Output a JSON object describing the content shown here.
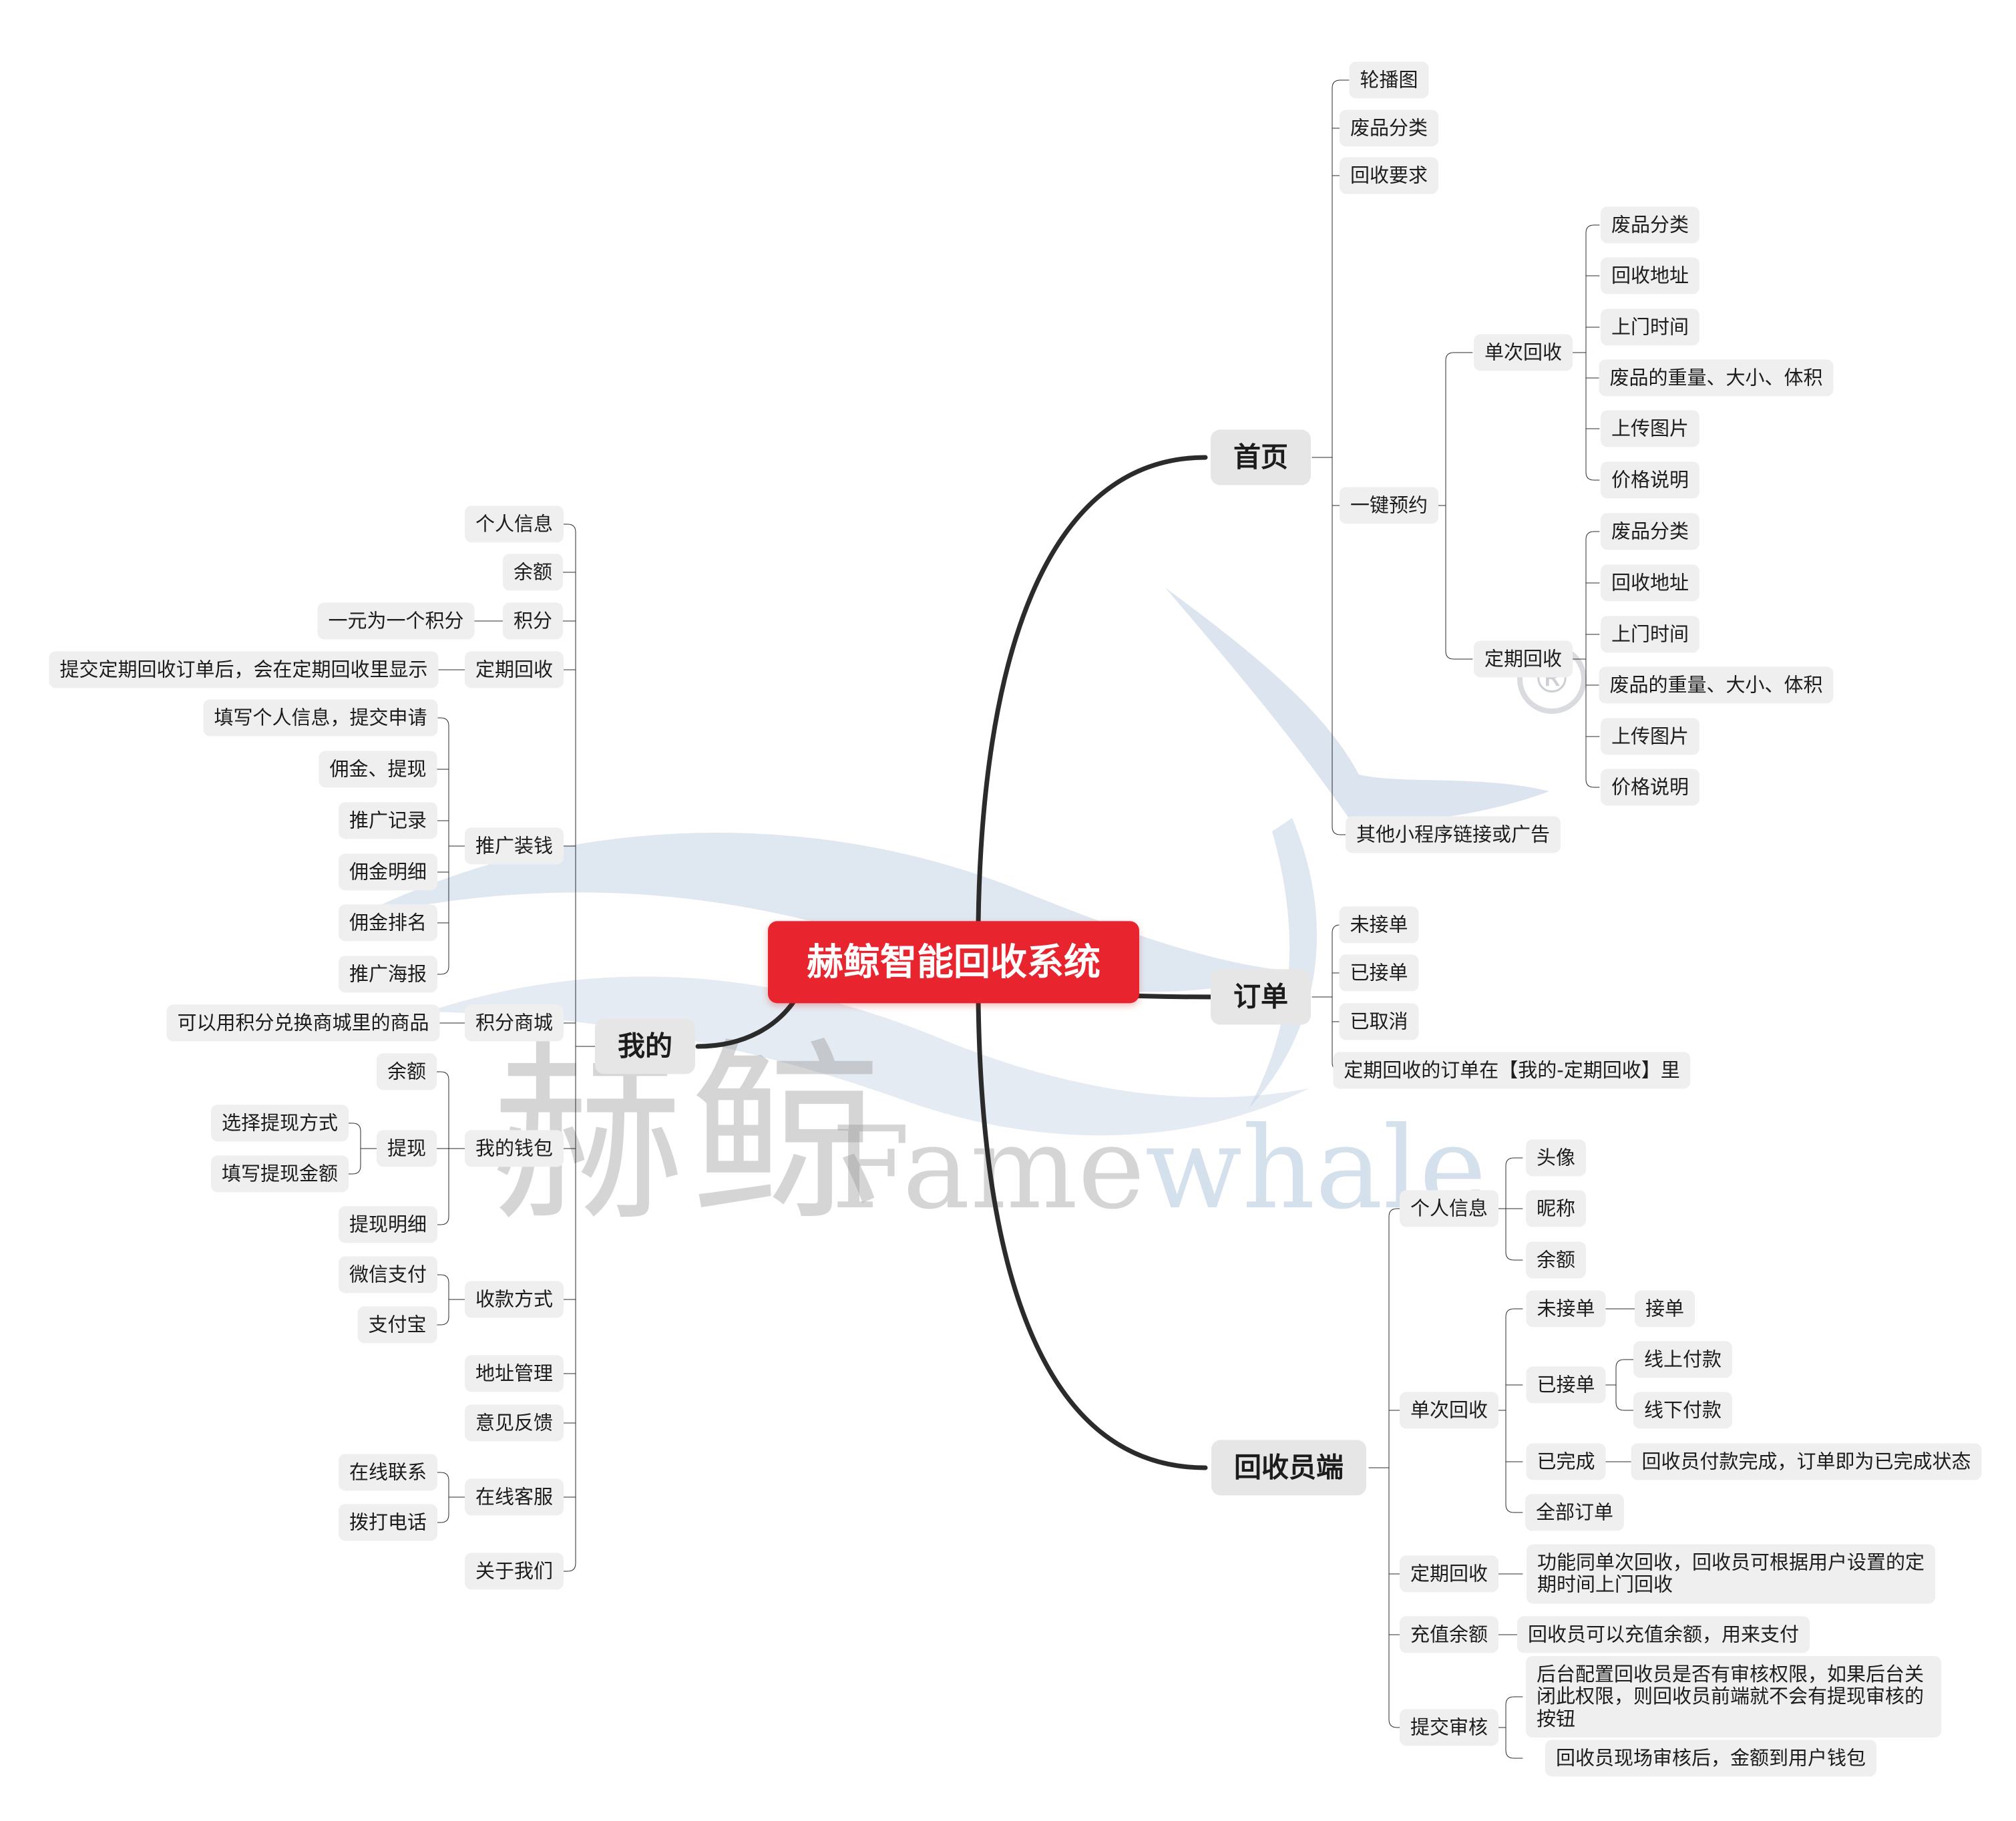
{
  "root": "赫鲸智能回收系统",
  "watermark": {
    "cn": "赫鲸",
    "en_a": "Fame",
    "en_b": "whale",
    "reg": "®"
  },
  "colors": {
    "root_bg": "#e8242f",
    "node_bg": "#efefef",
    "line": "#2b2b2b"
  },
  "home": {
    "label": "首页",
    "items": [
      "轮播图",
      "废品分类",
      "回收要求"
    ],
    "book": {
      "label": "一键预约",
      "single": {
        "label": "单次回收",
        "items": [
          "废品分类",
          "回收地址",
          "上门时间",
          "废品的重量、大小、体积",
          "上传图片",
          "价格说明"
        ]
      },
      "periodic": {
        "label": "定期回收",
        "items": [
          "废品分类",
          "回收地址",
          "上门时间",
          "废品的重量、大小、体积",
          "上传图片",
          "价格说明"
        ]
      }
    },
    "other": "其他小程序链接或广告"
  },
  "orders": {
    "label": "订单",
    "items": [
      "未接单",
      "已接单",
      "已取消",
      "定期回收的订单在【我的-定期回收】里"
    ]
  },
  "collector": {
    "label": "回收员端",
    "profile": {
      "label": "个人信息",
      "items": [
        "头像",
        "昵称",
        "余额"
      ]
    },
    "single": {
      "label": "单次回收",
      "pending": {
        "label": "未接单",
        "child": "接单"
      },
      "accepted": {
        "label": "已接单",
        "children": [
          "线上付款",
          "线下付款"
        ]
      },
      "done": {
        "label": "已完成",
        "child": "回收员付款完成，订单即为已完成状态"
      },
      "all": "全部订单"
    },
    "periodic": {
      "label": "定期回收",
      "desc": "功能同单次回收，回收员可根据用户设置的定期时间上门回收"
    },
    "recharge": {
      "label": "充值余额",
      "desc": "回收员可以充值余额，用来支付"
    },
    "review": {
      "label": "提交审核",
      "items": [
        "后台配置回收员是否有审核权限，如果后台关闭此权限，则回收员前端就不会有提现审核的按钮",
        "回收员现场审核后，金额到用户钱包"
      ]
    }
  },
  "mine": {
    "label": "我的",
    "profile": "个人信息",
    "balance": "余额",
    "points": {
      "label": "积分",
      "desc": "一元为一个积分"
    },
    "periodic": {
      "label": "定期回收",
      "desc": "提交定期回收订单后，会在定期回收里显示"
    },
    "promo": {
      "label": "推广装钱",
      "items": [
        "填写个人信息，提交申请",
        "佣金、提现",
        "推广记录",
        "佣金明细",
        "佣金排名",
        "推广海报"
      ]
    },
    "mall": {
      "label": "积分商城",
      "desc": "可以用积分兑换商城里的商品"
    },
    "wallet": {
      "label": "我的钱包",
      "balance": "余额",
      "withdraw": {
        "label": "提现",
        "items": [
          "选择提现方式",
          "填写提现金额"
        ]
      },
      "detail": "提现明细"
    },
    "payment": {
      "label": "收款方式",
      "items": [
        "微信支付",
        "支付宝"
      ]
    },
    "address": "地址管理",
    "feedback": "意见反馈",
    "service": {
      "label": "在线客服",
      "items": [
        "在线联系",
        "拨打电话"
      ]
    },
    "about": "关于我们"
  }
}
